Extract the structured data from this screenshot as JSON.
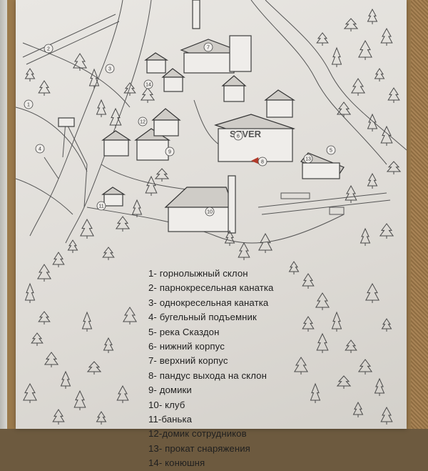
{
  "legend": {
    "items": [
      "1- горнолыжный склон",
      "2- парнокресельная канатка",
      "3- однокресельная канатка",
      "4- бугельный подъемник",
      "5- река Сказдон",
      "6- нижний корпус",
      "7- верхний корпус",
      "8- пандус выхода на склон",
      "9- домики",
      "10- клуб",
      "11-банька",
      "12-домик сотрудников",
      "13- прокат снаряжения",
      "14- конюшня"
    ]
  },
  "map_labels": {
    "sign_text": "SEVER",
    "markers": [
      "1",
      "2",
      "3",
      "4",
      "5",
      "6",
      "7",
      "8",
      "9",
      "10",
      "11",
      "12",
      "13",
      "14"
    ]
  },
  "colors": {
    "paper": "#e6e4e0",
    "ink": "#333333",
    "cork": "#9b7a4c",
    "arrow": "#b23a2a"
  }
}
